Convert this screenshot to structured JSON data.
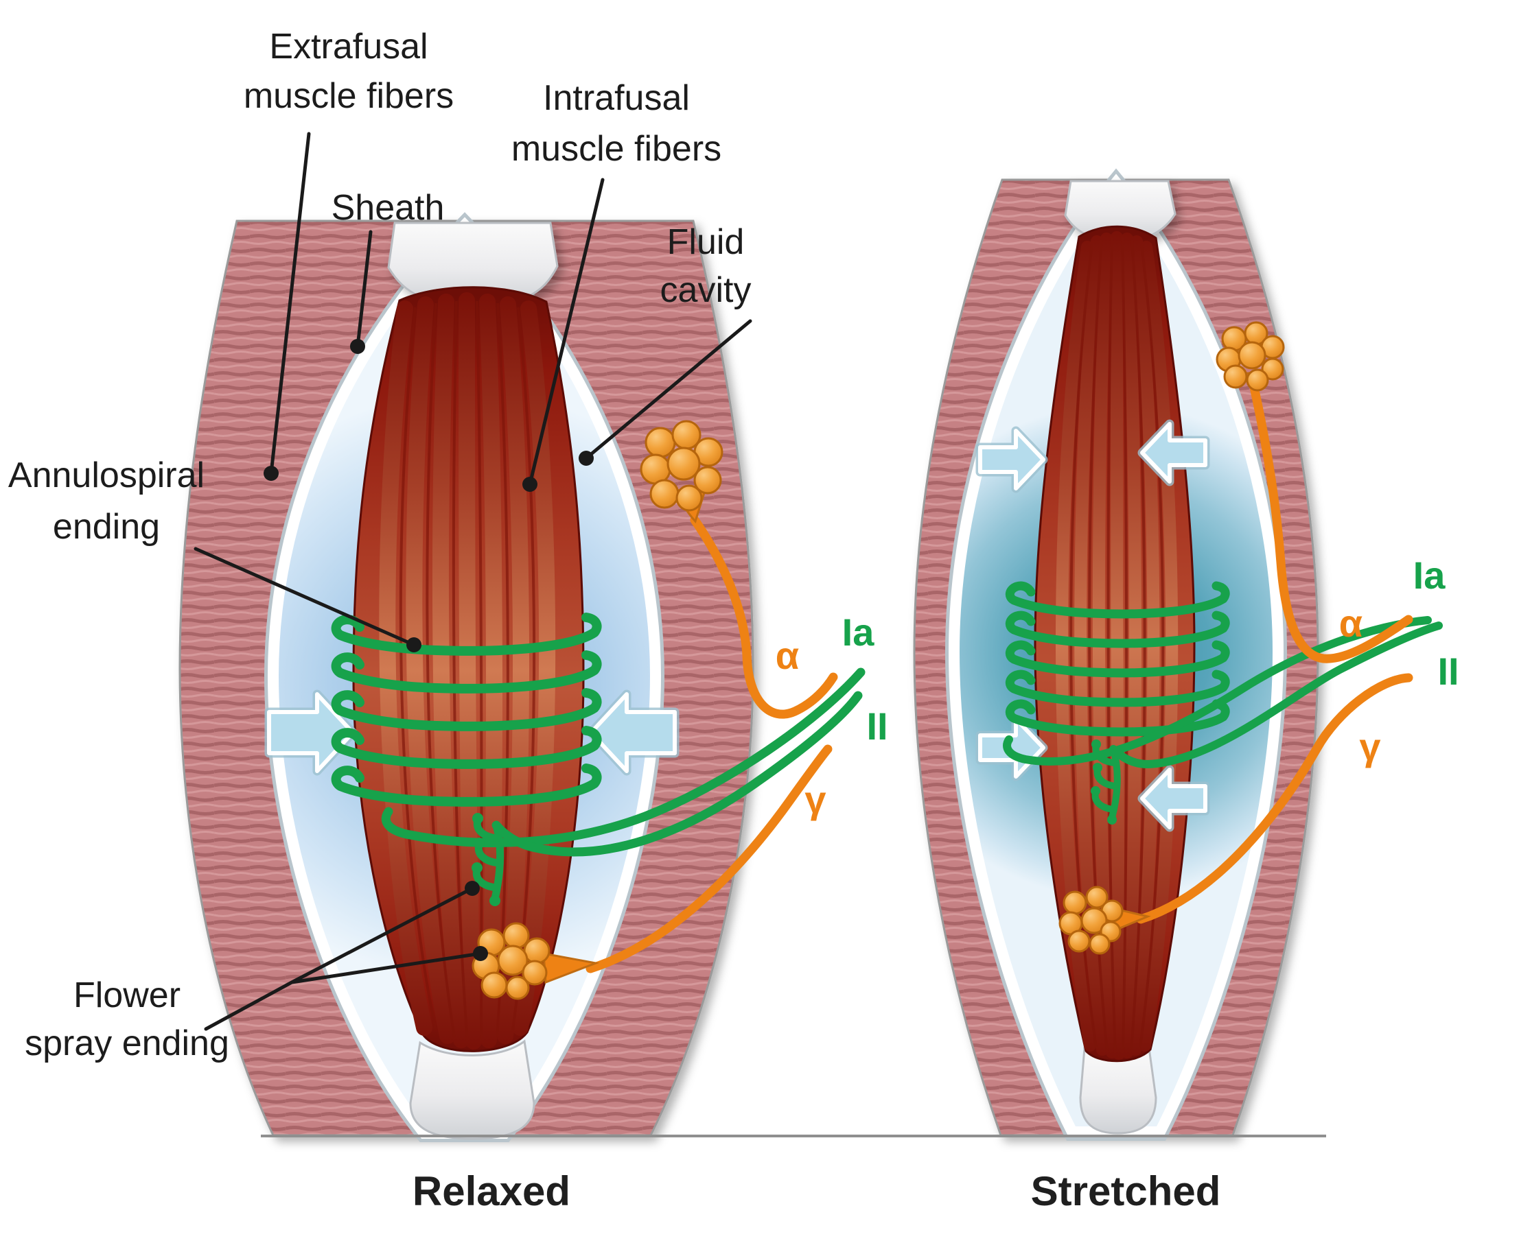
{
  "annotations": {
    "extrafusal": {
      "line1": "Extrafusal",
      "line2": "muscle fibers"
    },
    "sheath": {
      "text": "Sheath"
    },
    "intrafusal": {
      "line1": "Intrafusal",
      "line2": "muscle fibers"
    },
    "fluid_cavity": {
      "line1": "Fluid",
      "line2": "cavity"
    },
    "annulospiral": {
      "line1": "Annulospiral",
      "line2": "ending"
    },
    "flower_spray": {
      "line1": "Flower",
      "line2": "spray ending"
    }
  },
  "nerve_fibers": {
    "left": {
      "alpha": "α",
      "ia": "Ia",
      "ii": "II",
      "gamma": "γ"
    },
    "right": {
      "alpha": "α",
      "ia": "Ia",
      "ii": "II",
      "gamma": "γ"
    }
  },
  "captions": {
    "left": "Relaxed",
    "right": "Stretched"
  },
  "colors": {
    "extrafusal_pink": "#c68184",
    "striation_dark": "#a96568",
    "striation_light": "#d79c9e",
    "sheath_rim_white": "#ffffff",
    "fluid_light_blue": "#bcd8ef",
    "fluid_teal": "#3a92a8",
    "intrafusal_red_dark": "#7c1209",
    "intrafusal_red_light": "#d8825c",
    "afferent_green": "#17a24b",
    "efferent_orange": "#ee8214",
    "arrow_blue": "#b5dcec",
    "leader_black": "#1a1a1a",
    "caption_black": "#1f1f1f"
  }
}
